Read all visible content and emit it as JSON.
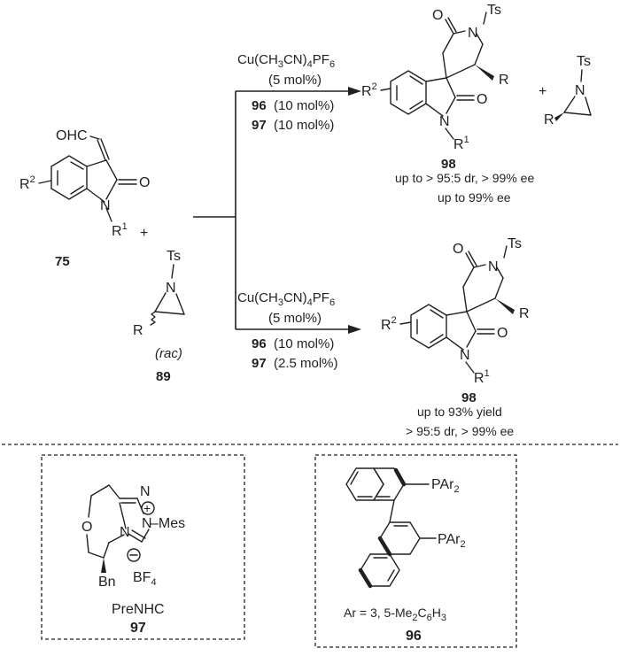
{
  "top_conditions": {
    "catalyst": "Cu(CH3CN)4PF6",
    "loading": "(5 mol%)",
    "ligand_id": "96",
    "ligand_loading": "(10 mol%)",
    "nhc_id": "97",
    "nhc_loading": "(10 mol%)"
  },
  "bottom_conditions": {
    "catalyst": "Cu(CH3CN)4PF6",
    "loading": "(5 mol%)",
    "ligand_id": "96",
    "ligand_loading": "(10 mol%)",
    "nhc_id": "97",
    "nhc_loading": "(2.5 mol%)"
  },
  "compounds": {
    "c75": "75",
    "c89": "89",
    "c89_note": "(rac)",
    "c98": "98",
    "c97": "97",
    "c96": "96"
  },
  "labels": {
    "cho": "OHC",
    "ts": "Ts",
    "n": "N",
    "o": "O",
    "r": "R",
    "r1": "R",
    "r1_sup": "1",
    "r2": "R",
    "r2_sup": "2",
    "plus": "+",
    "mes": "–Mes",
    "bn": "Bn",
    "bf4": "BF",
    "bf4_sub": "4",
    "par2": "PAr",
    "par2_sub": "2",
    "prenhc": "PreNHC",
    "ar_def": "Ar = 3, 5-Me2C6H3"
  },
  "results": {
    "top_line1": "up to > 95:5 dr, > 99% ee",
    "top_line2": "up to 99% ee",
    "bottom_line1": "up to 93% yield",
    "bottom_line2": "> 95:5 dr, > 99% ee"
  }
}
